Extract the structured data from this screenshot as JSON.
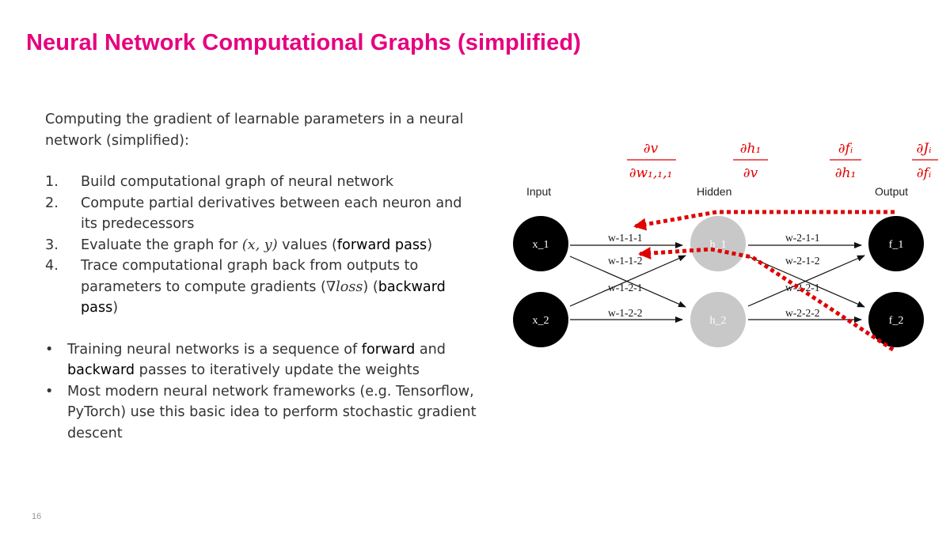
{
  "slide": {
    "title": "Neural Network Computational Graphs (simplified)",
    "page_number": "16"
  },
  "body": {
    "intro": "Computing the gradient of learnable parameters in a neural network (simplified):",
    "steps": [
      {
        "num": "1.",
        "text": "Build computational graph of neural network"
      },
      {
        "num": "2.",
        "text": "Compute partial derivatives between each neuron and its predecessors"
      },
      {
        "num": "3.",
        "pre": "Evaluate the graph for ",
        "math": "(x, y)",
        "mid": " values (",
        "hl": "forward pass",
        "post": ")"
      },
      {
        "num": "4.",
        "pre": "Trace computational graph back from outputs to parameters to compute gradients (",
        "math": "∇loss",
        "mid": ") (",
        "hl": "backward pass",
        "post": ")"
      }
    ],
    "bullets": [
      {
        "symbol": "•",
        "a": "Training neural networks is a sequence of ",
        "hl1": "forward",
        "b": " and ",
        "hl2": "backward",
        "c": " passes to iteratively update the weights"
      },
      {
        "symbol": "•",
        "text": "Most modern neural network frameworks (e.g. Tensorflow, PyTorch) use this basic idea to perform stochastic gradient descent"
      }
    ]
  },
  "diagram": {
    "layer_labels": {
      "input": "Input",
      "hidden": "Hidden",
      "output": "Output"
    },
    "nodes": {
      "x1": "x_1",
      "x2": "x_2",
      "h1": "h_1",
      "h2": "h_2",
      "f1": "f_1",
      "f2": "f_2"
    },
    "edges": {
      "w111": "w-1-1-1",
      "w112": "w-1-1-2",
      "w121": "w-1-2-1",
      "w122": "w-1-2-2",
      "w211": "w-2-1-1",
      "w212": "w-2-1-2",
      "w221": "w-2-2-1",
      "w222": "w-2-2-2"
    },
    "derivatives": [
      {
        "num": "∂v",
        "den": "∂w₁,₁,₁"
      },
      {
        "num": "∂h₁",
        "den": "∂v"
      },
      {
        "num": "∂fᵢ",
        "den": "∂h₁"
      },
      {
        "num": "∂Jᵢ",
        "den": "∂fᵢ"
      }
    ],
    "colors": {
      "title": "#e6007e",
      "backprop_path": "#e00000",
      "input_node": "#000000",
      "hidden_node": "#c8c8c8",
      "output_node": "#000000"
    }
  }
}
